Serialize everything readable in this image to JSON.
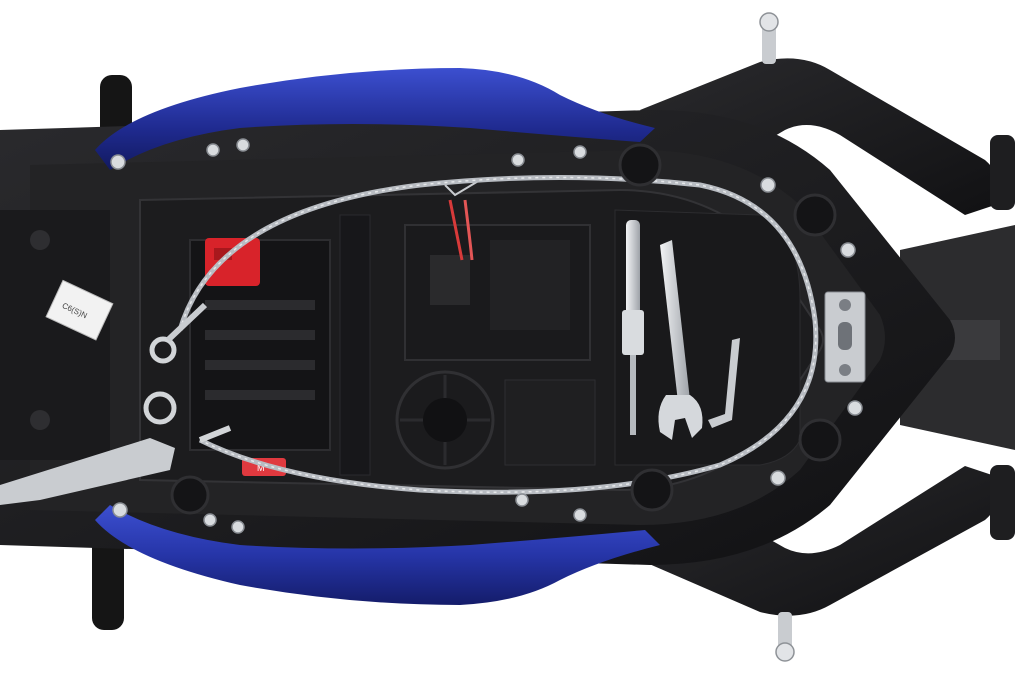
{
  "scene": {
    "subject": "motorcycle-under-seat-compartment-top-view",
    "colors": {
      "background": "#ffffff",
      "fairing_blue": "#1f2a8f",
      "fairing_highlight": "#3c4fd0",
      "frame_black": "#1b1b1d",
      "tray_black": "#262628",
      "cable_silver": "#b8bcc2",
      "tool_silver": "#d5d8dc",
      "red_terminal": "#d8232a",
      "wire_red": "#d83a3a"
    }
  },
  "labels": {
    "sticker_text": "C6(S)N",
    "relay_text": "M"
  }
}
